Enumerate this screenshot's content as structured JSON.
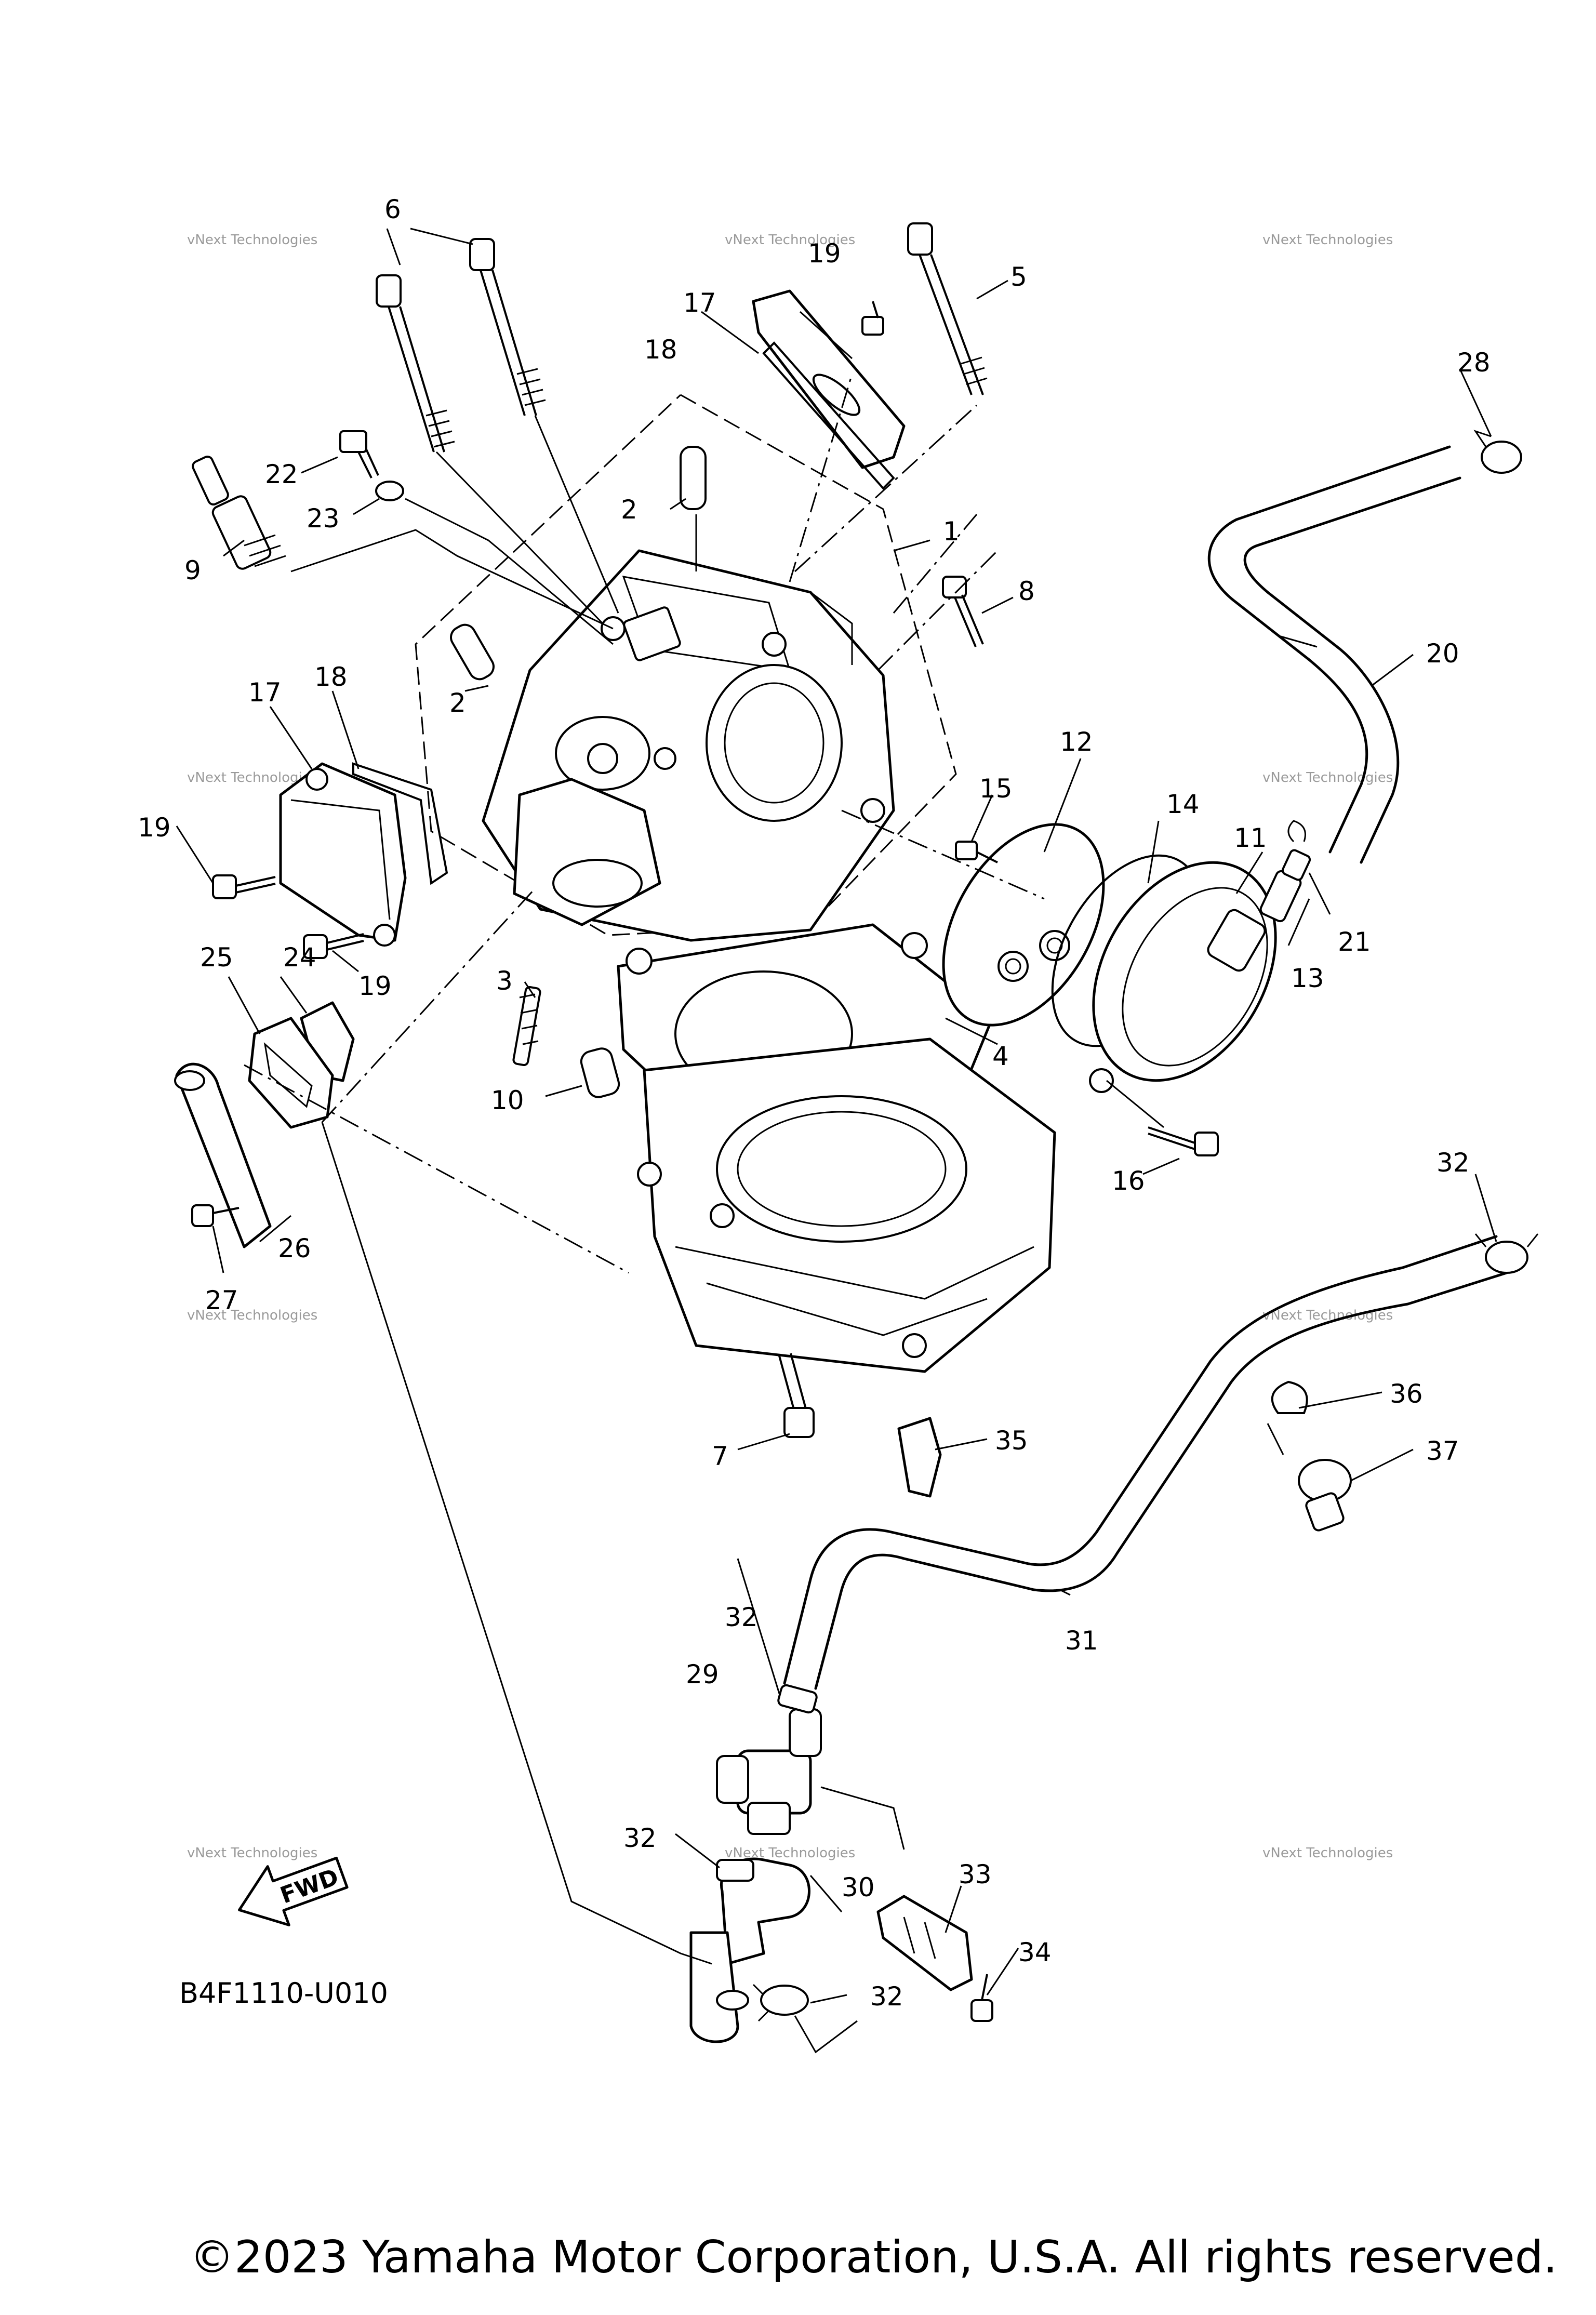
{
  "diagram": {
    "callouts": [
      "1",
      "2",
      "2",
      "3",
      "4",
      "5",
      "6",
      "7",
      "8",
      "9",
      "10",
      "11",
      "12",
      "13",
      "14",
      "15",
      "16",
      "17",
      "17",
      "18",
      "18",
      "19",
      "19",
      "19",
      "20",
      "21",
      "22",
      "23",
      "24",
      "25",
      "26",
      "27",
      "28",
      "29",
      "30",
      "31",
      "32",
      "32",
      "32",
      "32",
      "33",
      "34",
      "35",
      "36",
      "37"
    ],
    "fwd_label": "FWD",
    "diagram_code": "B4F1110-U010",
    "copyright": "©2023 Yamaha Motor Corporation, U.S.A. All rights reserved.",
    "watermark_line1": "vNext Technologies",
    "watermark_line2": "vNext\nTechnologies"
  }
}
